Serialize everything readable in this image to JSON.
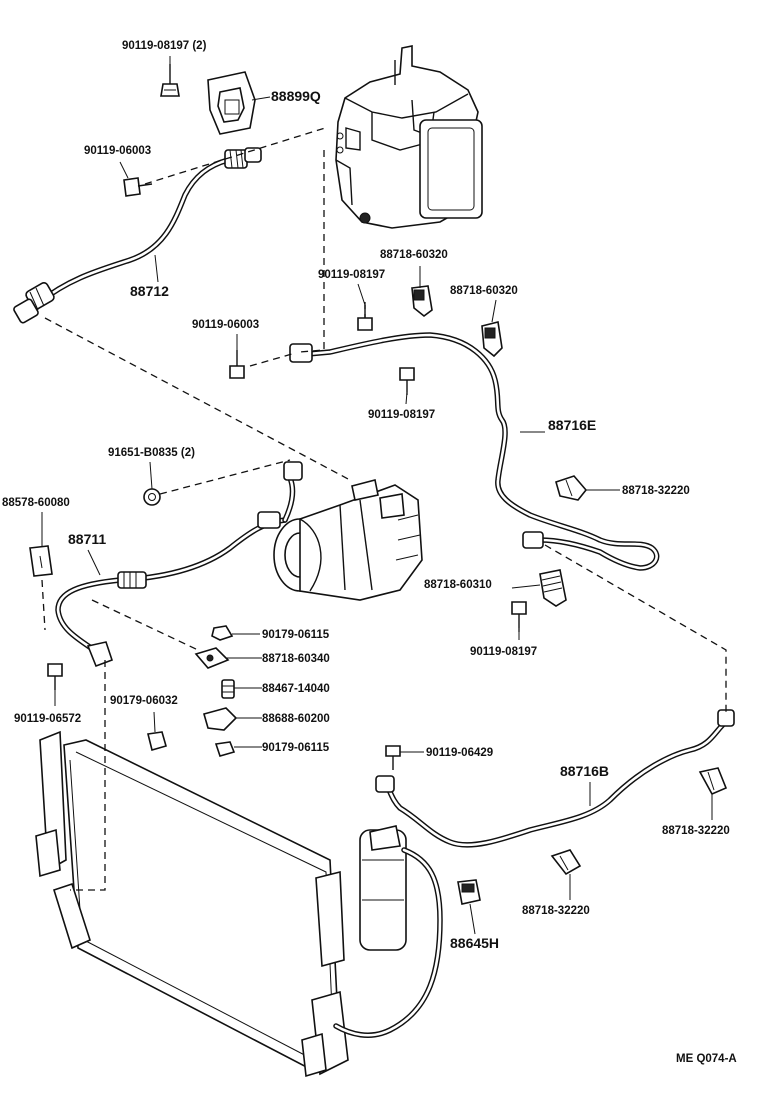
{
  "labels": {
    "bolt_08197_2": "90119-08197 (2)",
    "gasket_88899q": "88899Q",
    "bolt_06003_a": "90119-06003",
    "hose_88712": "88712",
    "clamp_60320_a": "88718-60320",
    "bolt_08197_a": "90119-08197",
    "clamp_60320_b": "88718-60320",
    "bolt_06003_b": "90119-06003",
    "bolt_08197_b": "90119-08197",
    "tube_88716e": "88716E",
    "nut_80835": "91651-B0835 (2)",
    "clamp_32220_a": "88718-32220",
    "clip_60080": "88578-60080",
    "hose_88711": "88711",
    "clamp_60310": "88718-60310",
    "bolt_08197_c": "90119-08197",
    "nut_06115_a": "90179-06115",
    "clamp_60340": "88718-60340",
    "switch_14040": "88467-14040",
    "nut_06032": "90179-06032",
    "bracket_60200": "88688-60200",
    "bolt_06572": "90119-06572",
    "nut_06115_b": "90179-06115",
    "bolt_06429": "90119-06429",
    "tube_88716b": "88716B",
    "clamp_32220_b": "88718-32220",
    "clamp_32220_c": "88718-32220",
    "valve_88645h": "88645H",
    "diagram_code": "ME  Q074-A"
  }
}
